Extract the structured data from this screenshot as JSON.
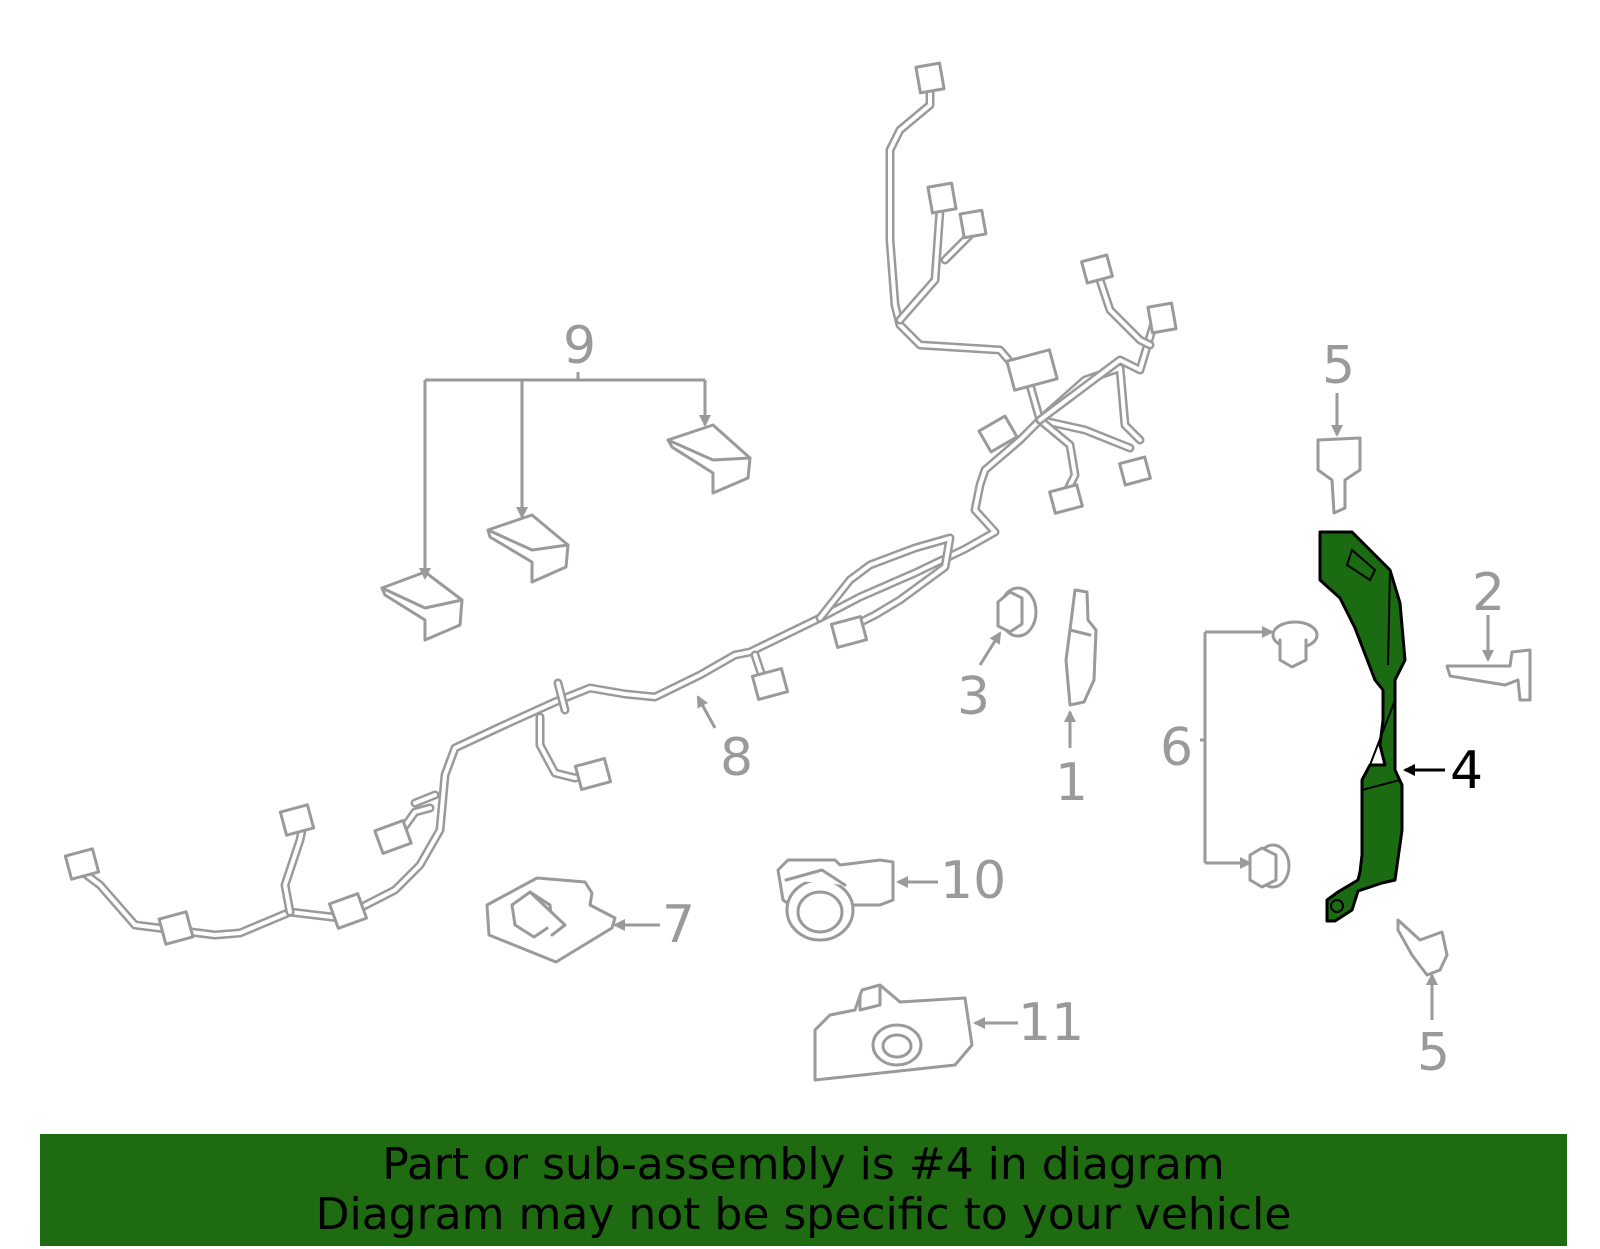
{
  "diagram": {
    "callouts": {
      "c1": "1",
      "c2": "2",
      "c3": "3",
      "c4": "4",
      "c5_top": "5",
      "c5_bottom": "5",
      "c6": "6",
      "c7": "7",
      "c8": "8",
      "c9": "9",
      "c10": "10",
      "c11": "11"
    },
    "highlight_color": "#1f6b12",
    "part_color": "#9a9a9a"
  },
  "banner": {
    "line1": "Part or sub-assembly is #4 in diagram",
    "line2": "Diagram may not be specific to your vehicle"
  }
}
